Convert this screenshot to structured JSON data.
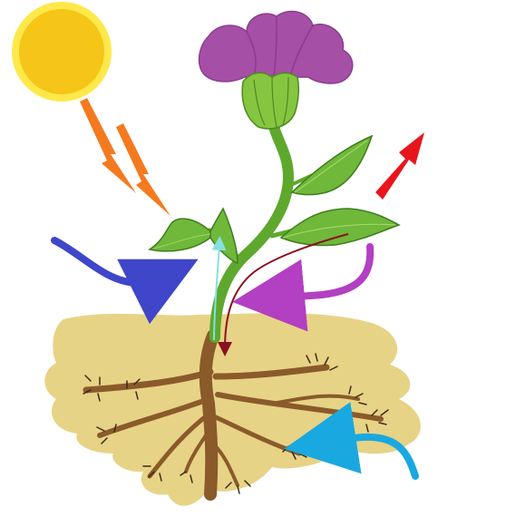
{
  "diagram": {
    "subject": "plant-nutrition",
    "elements": [
      {
        "id": "sun",
        "icon": "sun-icon"
      },
      {
        "id": "sunlight-arrows",
        "icon": "sunlight-arrow-icon",
        "count": 2
      },
      {
        "id": "flower",
        "icon": "flower-icon"
      },
      {
        "id": "leaves",
        "icon": "leaf-icon",
        "count": 4
      },
      {
        "id": "stem",
        "icon": "stem-icon"
      },
      {
        "id": "roots",
        "icon": "root-icon"
      },
      {
        "id": "soil",
        "icon": "soil-icon"
      },
      {
        "id": "air-intake-arrow",
        "icon": "arrow-icon"
      },
      {
        "id": "gas-release-arrow",
        "icon": "arrow-icon"
      },
      {
        "id": "side-intake-arrow",
        "icon": "arrow-icon"
      },
      {
        "id": "water-intake-arrow",
        "icon": "arrow-icon"
      },
      {
        "id": "sap-up-arrow",
        "icon": "arrow-icon"
      },
      {
        "id": "sap-down-arrow",
        "icon": "arrow-icon"
      }
    ]
  },
  "colors": {
    "sun_fill": "#f5c518",
    "sun_rim": "#ffe84a",
    "sunlight_arrow": "#f47a20",
    "petal": "#a64fa6",
    "petal_dark": "#8a3d8c",
    "sepal": "#86c540",
    "leaf": "#6fb83a",
    "stem": "#5ea82e",
    "root": "#8a5a2b",
    "soil": "#e7d386",
    "blue_arrow": "#3f46c9",
    "red_arrow": "#e8151d",
    "magenta_arrow": "#b33fc2",
    "cyan_arrow": "#1aa8e0",
    "sap_up": "#86e0e0",
    "sap_down": "#8b1020"
  }
}
